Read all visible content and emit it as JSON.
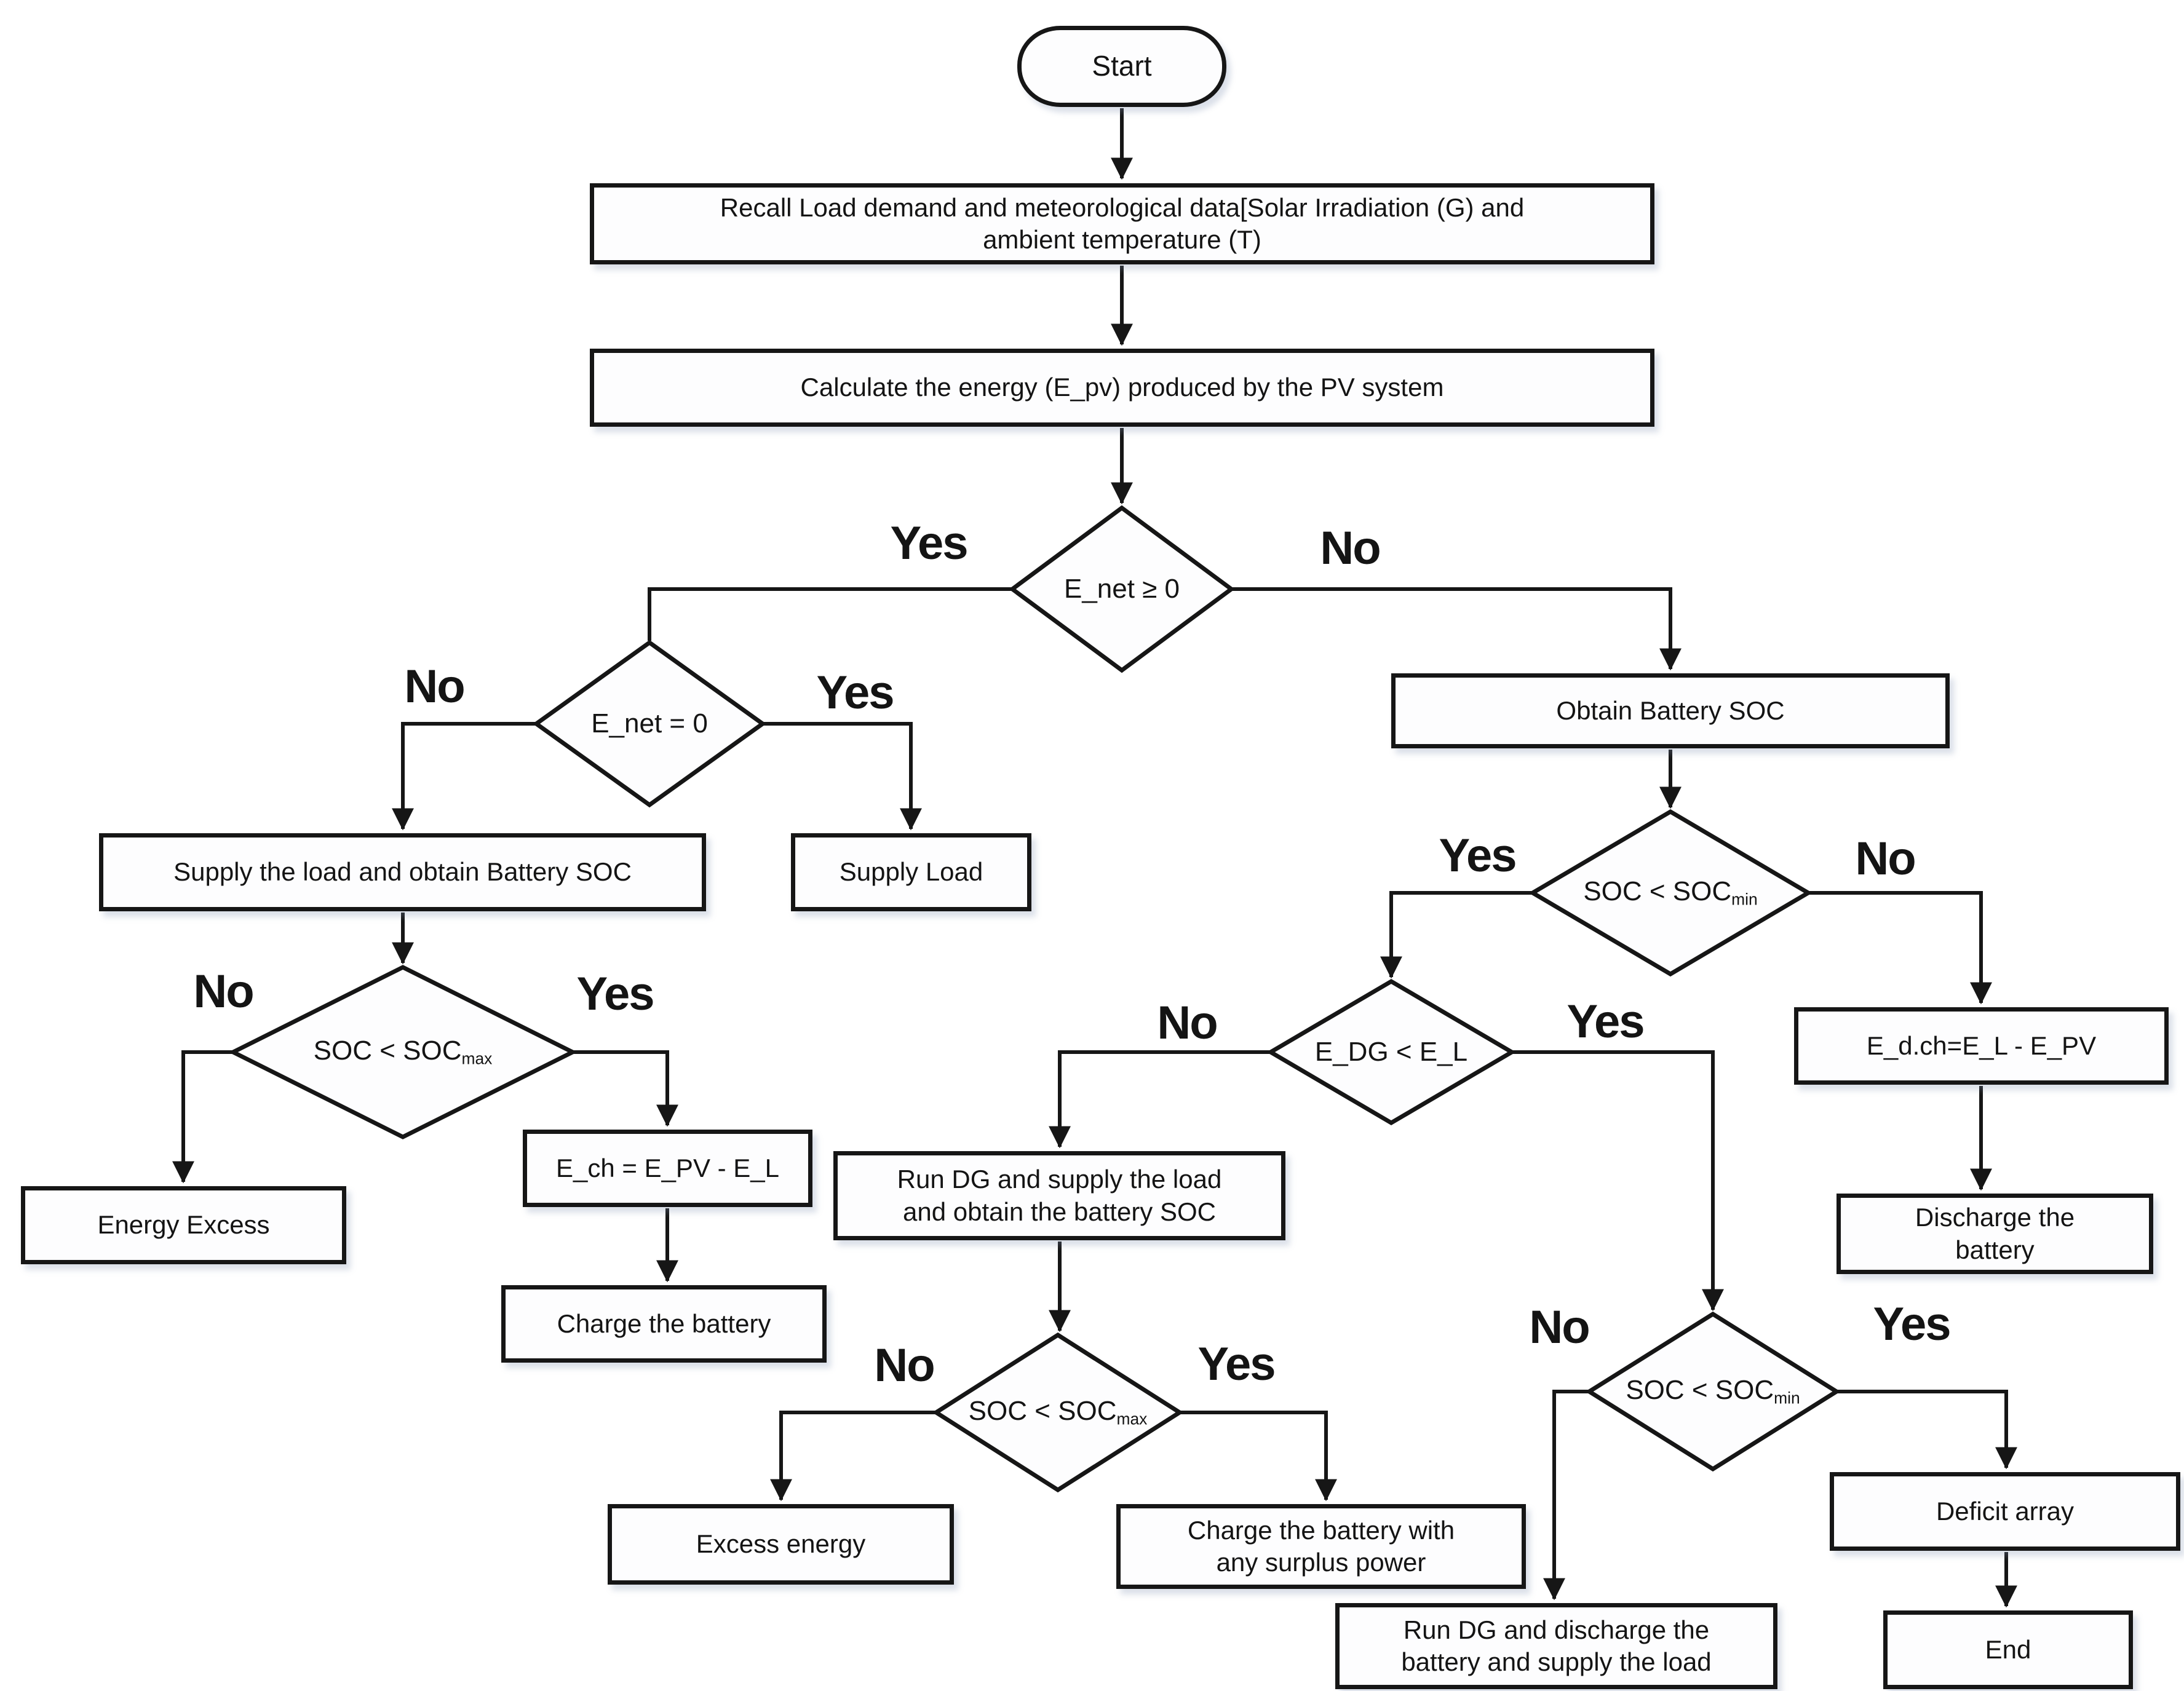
{
  "labels": {
    "yes": "Yes",
    "no": "No"
  },
  "colors": {
    "ink": "#161616",
    "node_fill": "#fdfdfe",
    "background": "#ffffff"
  },
  "nodes": {
    "start": "Start",
    "recall": "Recall Load demand and meteorological data[Solar Irradiation (G) and\nambient temperature (T)",
    "calculate": "Calculate the energy (E_pv) produced by the PV system",
    "supply_load_obtain": "Supply the load and obtain Battery SOC",
    "supply_load": "Supply Load",
    "energy_excess": "Energy Excess",
    "e_ch": "E_ch = E_PV - E_L",
    "charge_battery": "Charge the battery",
    "obtain_soc": "Obtain Battery SOC",
    "e_dch": "E_d.ch=E_L - E_PV",
    "discharge_battery": "Discharge the\nbattery",
    "run_dg_supply": "Run DG and supply the load\nand obtain the battery SOC",
    "excess_energy": "Excess energy",
    "charge_surplus": "Charge the battery with\nany surplus power",
    "run_dg_discharge": "Run DG and discharge the\nbattery and supply the load",
    "deficit_array": "Deficit array",
    "end": "End"
  },
  "decisions": {
    "enet_ge0": {
      "label": "E_net ≥ 0"
    },
    "enet_eq0": {
      "label": "E_net = 0"
    },
    "soc_max_left": {
      "base": "SOC < SOC",
      "sub": "max"
    },
    "soc_min_right": {
      "base": "SOC < SOC",
      "sub": "min"
    },
    "edg_lt_el": {
      "label": "E_DG < E_L"
    },
    "soc_max_mid": {
      "base": "SOC < SOC",
      "sub": "max"
    },
    "soc_min_bottom": {
      "base": "SOC < SOC",
      "sub": "min"
    }
  }
}
